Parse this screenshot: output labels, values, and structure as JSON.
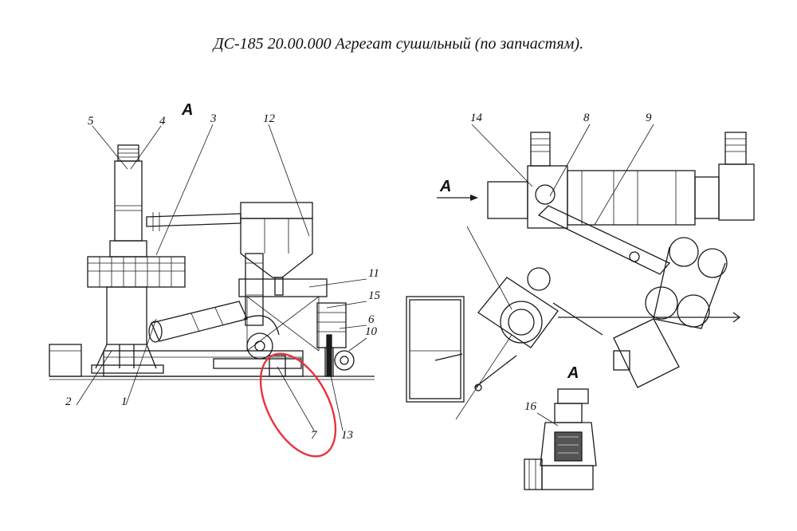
{
  "title": "ДС-185 20.00.000  Агрегат сушильный (по запчастям).",
  "view_letters": {
    "left_view": "А",
    "arrow_label": "А",
    "detail_view": "А"
  },
  "callouts": {
    "n1": "1",
    "n2": "2",
    "n3": "3",
    "n4": "4",
    "n5": "5",
    "n6": "6",
    "n7": "7",
    "n8": "8",
    "n9": "9",
    "n10": "10",
    "n11": "11",
    "n12": "12",
    "n13": "13",
    "n14": "14",
    "n15": "15",
    "n16": "16"
  },
  "highlight": {
    "color": "#e8323c",
    "target": "7"
  },
  "colors": {
    "ink": "#1a1a1a",
    "background": "#ffffff"
  }
}
